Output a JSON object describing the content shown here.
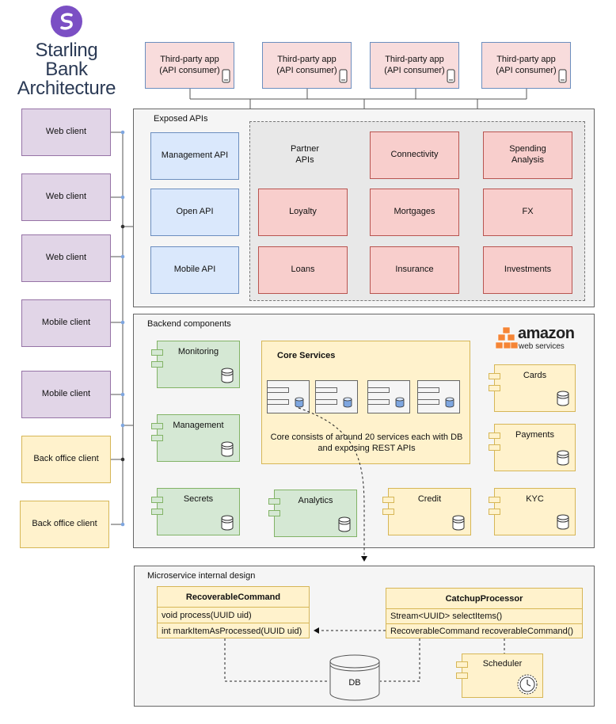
{
  "brand": {
    "title_lines": [
      "Starling",
      "Bank",
      "Architecture"
    ],
    "logo_color": "#7b4fc4",
    "logo_icon": "starling-logo-icon"
  },
  "third_party_apps": [
    {
      "line1": "Third-party app",
      "line2": "(API consumer)"
    },
    {
      "line1": "Third-party app",
      "line2": "(API consumer)"
    },
    {
      "line1": "Third-party app",
      "line2": "(API consumer)"
    },
    {
      "line1": "Third-party app",
      "line2": "(API consumer)"
    }
  ],
  "clients": [
    {
      "label": "Web client",
      "kind": "web"
    },
    {
      "label": "Web client",
      "kind": "web"
    },
    {
      "label": "Web client",
      "kind": "web"
    },
    {
      "label": "Mobile client",
      "kind": "mobile"
    },
    {
      "label": "Mobile client",
      "kind": "mobile"
    },
    {
      "label": "Back office client",
      "kind": "backoffice"
    },
    {
      "label": "Back office client",
      "kind": "backoffice"
    }
  ],
  "exposed_apis": {
    "title": "Exposed APIs",
    "own": [
      "Management API",
      "Open API",
      "Mobile API"
    ],
    "partner_label": "Partner APIs",
    "partner": [
      "Connectivity",
      "Spending Analysis",
      "Loyalty",
      "Mortgages",
      "FX",
      "Loans",
      "Insurance",
      "Investments"
    ]
  },
  "backend": {
    "title": "Backend components",
    "aws_line1": "amazon",
    "aws_line2": "web services",
    "green_components": [
      "Monitoring",
      "Management",
      "Secrets",
      "Analytics"
    ],
    "core": {
      "title": "Core Services",
      "note": "Core consists of around 20 services each with DB and exposing REST APIs"
    },
    "yellow_components": [
      "Cards",
      "Payments",
      "Credit",
      "KYC"
    ]
  },
  "microservice": {
    "title": "Microservice internal design",
    "recoverable": {
      "name": "RecoverableCommand",
      "methods": [
        "void process(UUID uid)",
        "int markItemAsProcessed(UUID uid)"
      ]
    },
    "catchup": {
      "name": "CatchupProcessor",
      "methods": [
        "Stream<UUID> selectItems()",
        "RecoverableCommand recoverableCommand()"
      ]
    },
    "scheduler": "Scheduler",
    "db": "DB"
  },
  "colors": {
    "client_fill": "#e1d5e7",
    "api_fill": "#dae8fc",
    "partner_fill": "#f8cecc",
    "component_green": "#d5e8d4",
    "component_yellow": "#fff2cc",
    "aws_orange": "#f58536"
  }
}
